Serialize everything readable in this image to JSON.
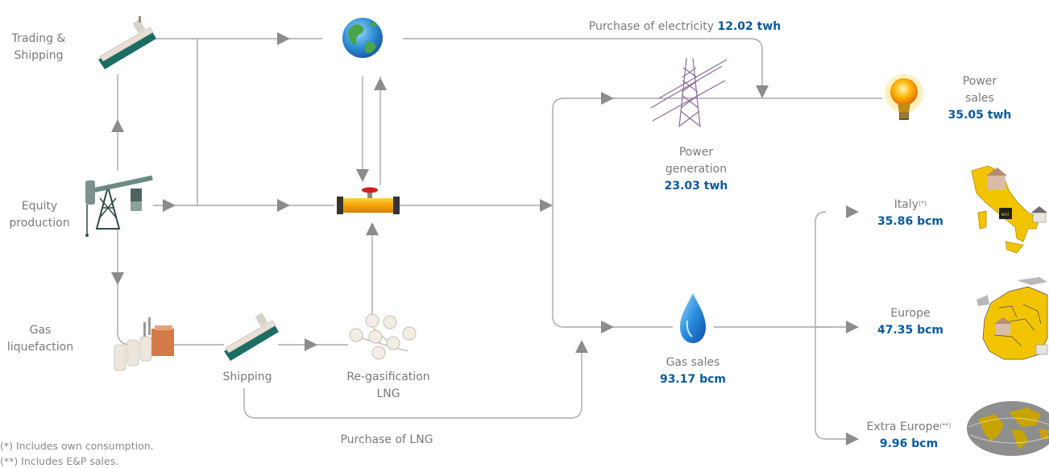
{
  "nodes": {
    "trading": {
      "label_line1": "Trading &",
      "label_line2": "Shipping"
    },
    "equity": {
      "label_line1": "Equity",
      "label_line2": "production"
    },
    "liquefaction": {
      "label_line1": "Gas",
      "label_line2": "liquefaction"
    },
    "shipping": {
      "label": "Shipping"
    },
    "regas": {
      "label_line1": "Re-gasification",
      "label_line2": "LNG"
    },
    "power_generation": {
      "label_line1": "Power",
      "label_line2": "generation",
      "value": "23.03 twh"
    },
    "power_sales": {
      "label_line1": "Power",
      "label_line2": "sales",
      "value": "35.05 twh"
    },
    "gas_sales": {
      "label": "Gas sales",
      "value": "93.17 bcm"
    },
    "italy": {
      "label": "Italy",
      "marker": "(*)",
      "value": "35.86 bcm"
    },
    "europe": {
      "label": "Europe",
      "value": "47.35 bcm"
    },
    "extra_europe": {
      "label": "Extra Europe",
      "marker": "(**)",
      "value": "9.96 bcm"
    }
  },
  "flows": {
    "purchase_electricity": {
      "label": "Purchase of electricity",
      "value": "12.02 twh"
    },
    "purchase_lng": {
      "label": "Purchase of LNG"
    }
  },
  "footnotes": {
    "own_consumption": "(*) Includes own consumption.",
    "ep_sales": "(**) Includes E&P sales."
  },
  "colors": {
    "line": "#a9a9a9",
    "arrow": "#8c8c8c",
    "value_blue": "#0a5a9c",
    "label_grey": "#7a7a7a",
    "italy_map": "#f2c400",
    "world_map": "#c8a400",
    "hull": "#1b6d63",
    "pipe": "#f5a300"
  },
  "icons": [
    "tanker-icon",
    "globe-icon",
    "pumpjack-icon",
    "pipeline-valve-icon",
    "power-pylon-icon",
    "lightbulb-icon",
    "lng-plant-icon",
    "regas-spheres-icon",
    "gas-drop-icon",
    "italy-map-icon",
    "europe-map-icon",
    "world-map-icon"
  ]
}
